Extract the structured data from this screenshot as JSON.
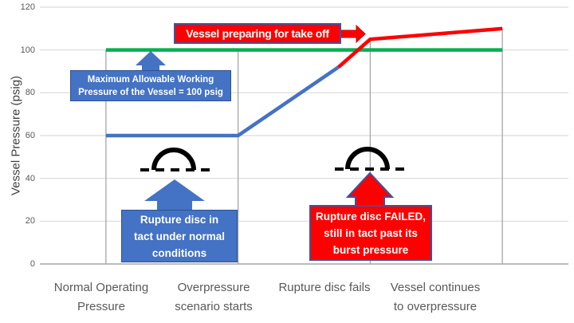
{
  "chart": {
    "y_axis_title": "Vessel Pressure (psig)",
    "y_ticks": [
      "120",
      "100",
      "80",
      "60",
      "40",
      "20",
      "0"
    ],
    "x_labels": [
      "Normal Operating\nPressure",
      "Overpressure\nscenario starts",
      "Rupture disc fails",
      "Vessel continues\nto overpressure"
    ]
  },
  "annotations": {
    "takeoff_label": "Vessel preparing for take off",
    "mawp_label": "Maximum Allowable Working\nPressure of the Vessel = 100 psig",
    "disc_intact_label": "Rupture disc in\ntact under normal\nconditions",
    "disc_failed_label": "Rupture disc FAILED,\nstill in tact past its\nburst pressure"
  },
  "colors": {
    "series_blue": "#4472C4",
    "series_green": "#00B050",
    "series_red": "#FF0000",
    "gridline": "#D9D9D9",
    "drop_line": "#A6A6A6",
    "axis_line": "#A6A6A6",
    "axis_text": "#595959",
    "annotation_blue_fill": "#4472C4",
    "annotation_red_fill": "#FF0000",
    "annotation_border_blue": "#2F528F",
    "disc_symbol": "#000000"
  },
  "chart_data": {
    "type": "line",
    "title": "",
    "ylabel": "Vessel Pressure (psig)",
    "xlabel": "",
    "ylim": [
      0,
      120
    ],
    "yticks": [
      0,
      20,
      40,
      60,
      80,
      100,
      120
    ],
    "grid": "horizontal-on, drop-lines at each category",
    "legend": "none",
    "categories": [
      "Normal Operating Pressure",
      "Overpressure scenario starts",
      "Rupture disc fails",
      "Vessel continues to overpressure"
    ],
    "series": [
      {
        "name": "Maximum Allowable Working Pressure (green)",
        "color": "#00B050",
        "x": [
          1,
          2,
          3,
          4
        ],
        "values": [
          100,
          100,
          100,
          100
        ]
      },
      {
        "name": "Vessel pressure - rupture disc intact (blue)",
        "color": "#4472C4",
        "x": [
          1,
          2,
          2.76
        ],
        "values": [
          60,
          60,
          92
        ]
      },
      {
        "name": "Vessel pressure - past burst pressure (red)",
        "color": "#FF0000",
        "x": [
          2.76,
          3,
          4
        ],
        "values": [
          92,
          105,
          110
        ]
      }
    ],
    "drop_lines": {
      "x": [
        1,
        2,
        3,
        4
      ],
      "values": [
        100,
        100,
        105,
        110
      ]
    },
    "key_values": {
      "normal_operating_psig": 60,
      "mawp_psig": 100,
      "pressure_at_disc_failure_psig": 105,
      "final_overpressure_psig": 110
    }
  }
}
